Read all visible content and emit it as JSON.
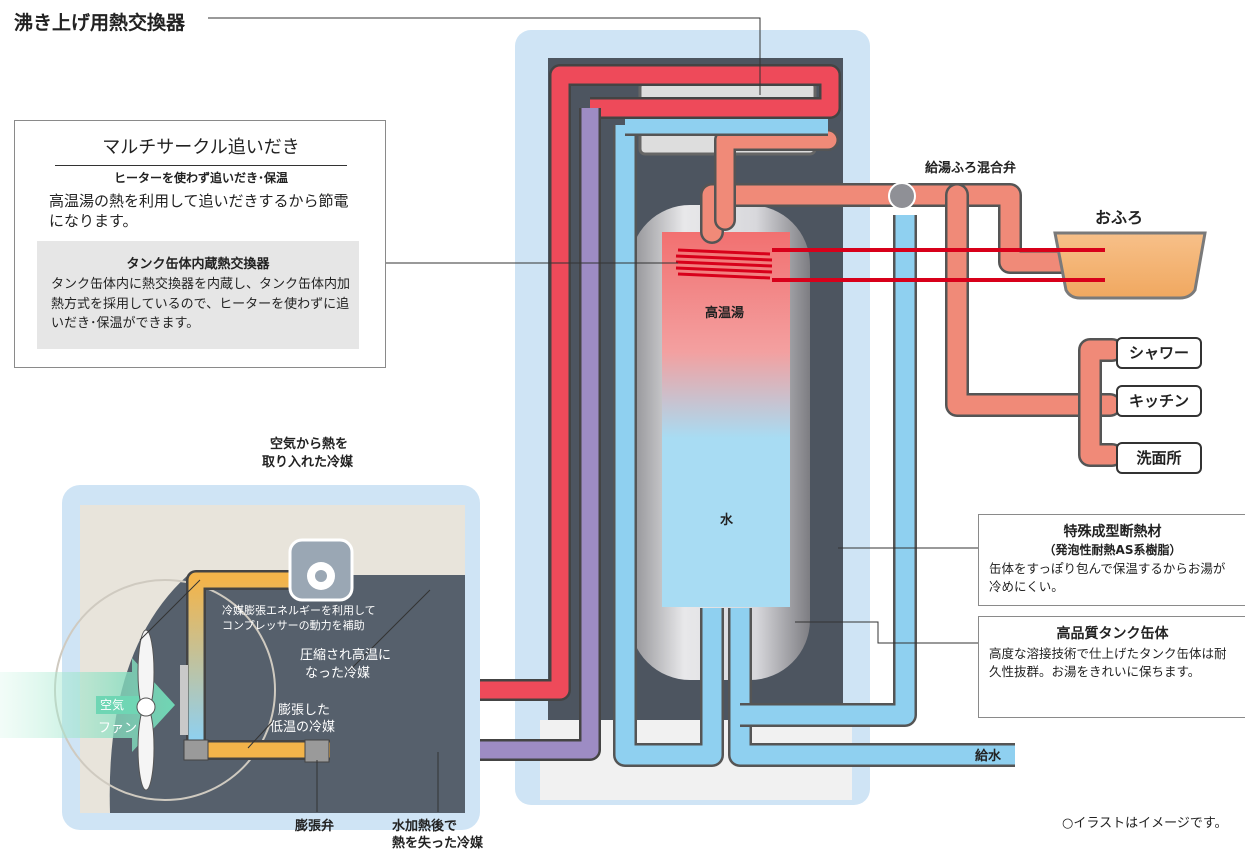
{
  "title": "沸き上げ用熱交換器",
  "multi_circle": {
    "heading": "マルチサークル追いだき",
    "subheading": "ヒーターを使わず追いだき･保温",
    "description": "高温湯の熱を利用して追いだきするから節電になります。",
    "detail_heading": "タンク缶体内蔵熱交換器",
    "detail_text": "タンク缶体内に熱交換器を内蔵し、タンク缶体内加熱方式を採用しているので、ヒーターを使わずに追いだき･保温ができます。"
  },
  "labels": {
    "mixing_valve": "給湯ふろ混合弁",
    "bath": "おふろ",
    "hot_water": "高温湯",
    "water": "水",
    "air_refrigerant_1": "空気から熱を",
    "air_refrigerant_2": "取り入れた冷媒",
    "expansion_energy_1": "冷媒膨張エネルギーを利用して",
    "expansion_energy_2": "コンプレッサーの動力を補助",
    "compressed_1": "圧縮され高温に",
    "compressed_2": "なった冷媒",
    "expanded_1": "膨張した",
    "expanded_2": "低温の冷媒",
    "air": "空気",
    "fan": "ファン",
    "expansion_valve": "膨張弁",
    "after_heating_1": "水加熱後で",
    "after_heating_2": "熱を失った冷媒",
    "water_supply": "給水",
    "note": "○イラストはイメージです。"
  },
  "outlets": [
    "シャワー",
    "キッチン",
    "洗面所"
  ],
  "insulation": {
    "heading": "特殊成型断熱材",
    "subheading": "（発泡性耐熱AS系樹脂）",
    "text": "缶体をすっぽり包んで保温するからお湯が冷めにくい。"
  },
  "tank": {
    "heading": "高品質タンク缶体",
    "text": "高度な溶接技術で仕上げたタンク缶体は耐久性抜群。お湯をきれいに保ちます。"
  },
  "colors": {
    "hot_pipe": "#f08a78",
    "cold_pipe": "#8fd0f0",
    "refrigerant_hot": "#ee4a5a",
    "refrigerant_cool": "#9d8cc4",
    "refrigerant_warm": "#f3b44a",
    "unit_frame": "#cfe4f5"
  }
}
